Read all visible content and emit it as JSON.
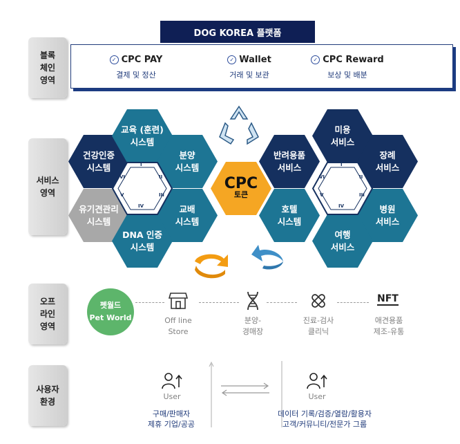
{
  "platform_title": "DOG KOREA 플랫폼",
  "sections": {
    "blockchain": "블록\n체인\n영역",
    "service": "서비스\n영역",
    "offline": "오프\n라인\n영역",
    "user": "사용자\n환경"
  },
  "chain_items": [
    {
      "title": "CPC PAY",
      "sub": "결제 및 정산"
    },
    {
      "title": "Wallet",
      "sub": "거래 및 보관"
    },
    {
      "title": "CPC Reward",
      "sub": "보상 및 배분"
    }
  ],
  "hex_left": {
    "health": "건강인증\n시스템",
    "education": "교육 (훈련)\n시스템",
    "adoption": "분양\n시스템",
    "abandoned": "유기견관리\n시스템",
    "breeding": "교배\n시스템",
    "dna": "DNA 인증\n시스템"
  },
  "hex_right": {
    "supplies": "반려용품\n서비스",
    "grooming": "미용\n서비스",
    "funeral": "장례\n서비스",
    "hotel": "호텔\n시스템",
    "travel": "여행\n서비스",
    "hospital": "병원\n서비스"
  },
  "cpc": {
    "main": "CPC",
    "sub": "토큰"
  },
  "roman": [
    "I",
    "II",
    "III",
    "IV",
    "V",
    "VI"
  ],
  "offline_nodes": {
    "petworld_kr": "펫월드",
    "petworld_en": "Pet World",
    "store": "Off line\nStore",
    "auction": "분양-\n경매장",
    "clinic": "진료-검사\n클리닉",
    "nft_label": "NFT",
    "nft": "애견용품\n제조-유통"
  },
  "users": {
    "left_label": "User",
    "left_desc": "구매/판매자\n제휴 기업/공공",
    "right_label": "User",
    "right_desc": "데이터 기록/검증/열람/활용자\n고객/커뮤니티/전문가 그룹"
  },
  "colors": {
    "navy": "#15305f",
    "teal": "#1d7594",
    "gray": "#a8a8a8",
    "orange": "#f5a623",
    "green": "#5db56b",
    "banner": "#0f1f55"
  }
}
